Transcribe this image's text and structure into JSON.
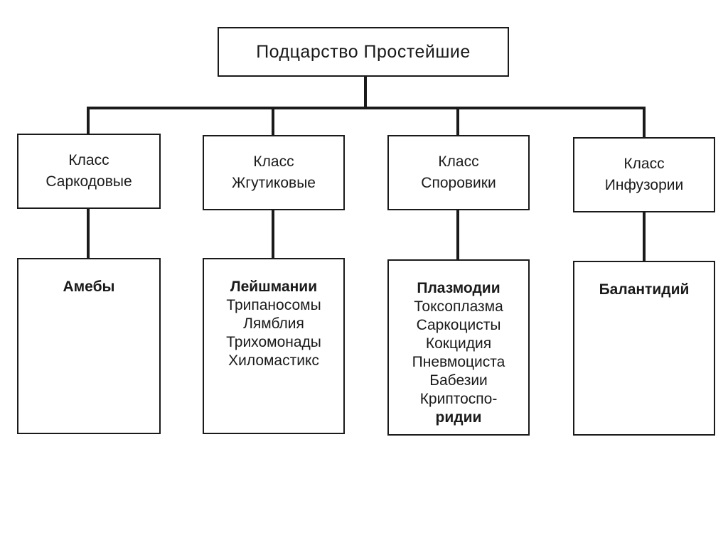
{
  "root": {
    "label": "Подцарство Простейшие"
  },
  "classes": [
    {
      "line1": "Класс",
      "line2": "Саркодовые",
      "members": [
        "Амебы"
      ]
    },
    {
      "line1": "Класс",
      "line2": "Жгутиковые",
      "members": [
        "Лейшмании",
        "Трипаносомы",
        "Лямблия",
        "Трихомонады",
        "Хиломастикс"
      ]
    },
    {
      "line1": "Класс",
      "line2": "Споровики",
      "members": [
        "Плазмодии",
        "Токсоплазма",
        "Саркоцисты",
        "Кокцидия",
        "Пневмоциста",
        "Бабезии",
        "Криптоспо-",
        "ридии"
      ]
    },
    {
      "line1": "Класс",
      "line2": "Инфузории",
      "members": [
        "Балантидий"
      ]
    }
  ]
}
